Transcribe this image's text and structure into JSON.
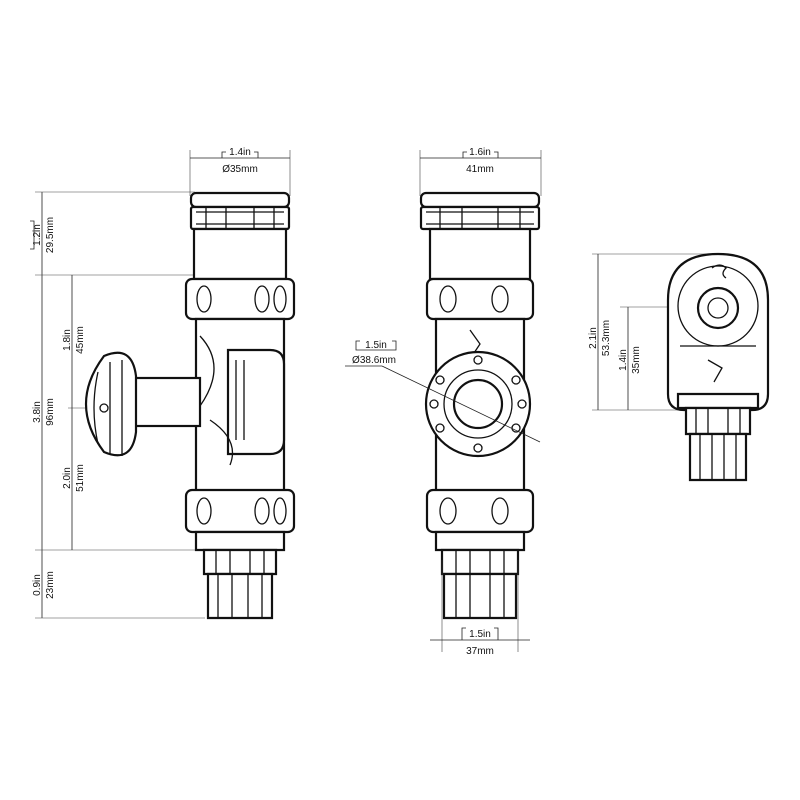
{
  "side_view": {
    "width_in": "1.4in",
    "width_mm": "Ø35mm",
    "top_in": "1.2in",
    "top_mm": "29.5mm",
    "total_in": "3.8in",
    "total_mm": "96mm",
    "upper_in": "1.8in",
    "upper_mm": "45mm",
    "lower_in": "2.0in",
    "lower_mm": "51mm",
    "bottom_in": "0.9in",
    "bottom_mm": "23mm"
  },
  "front_view": {
    "width_in": "1.6in",
    "width_mm": "41mm",
    "ball_in": "1.5in",
    "ball_mm": "Ø38.6mm",
    "base_in": "1.5in",
    "base_mm": "37mm"
  },
  "top_view": {
    "height_in": "2.1in",
    "height_mm": "53.3mm",
    "center_in": "1.4in",
    "center_mm": "35mm"
  }
}
